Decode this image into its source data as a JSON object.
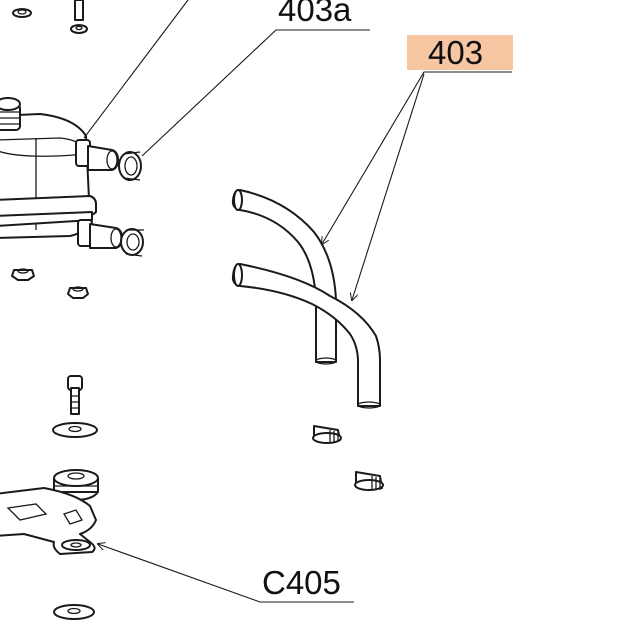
{
  "callouts": {
    "label_403a": "403a",
    "label_403": "403",
    "label_c405": "C405"
  },
  "colors": {
    "highlight_403": "#f6c6a3",
    "line": "#1a1a1a",
    "background": "#ffffff"
  }
}
